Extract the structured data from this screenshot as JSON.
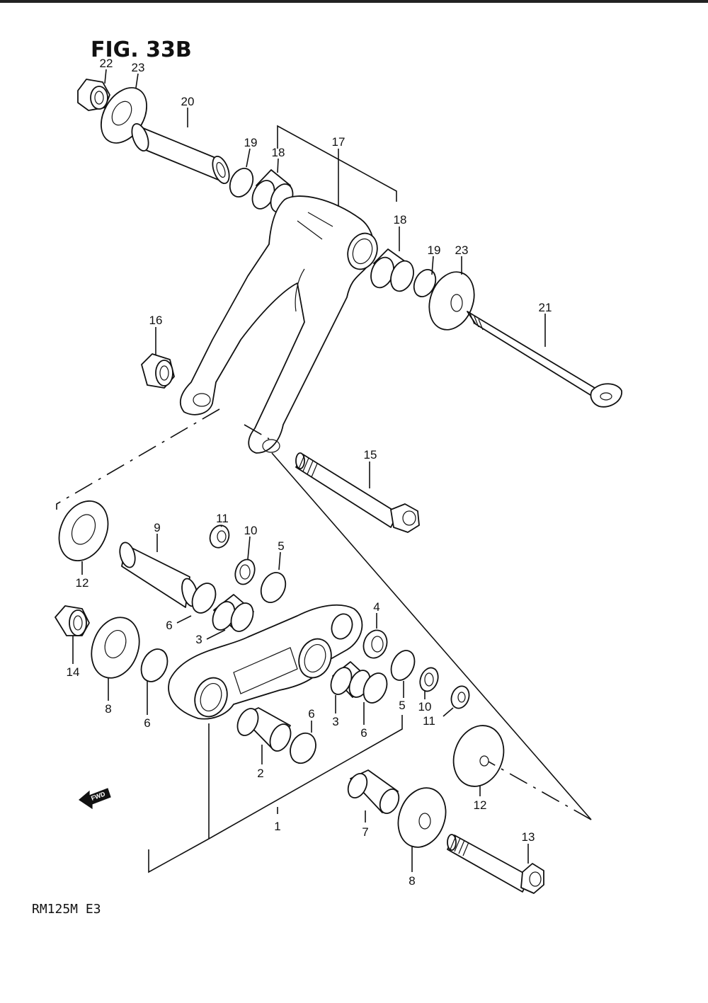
{
  "figure": {
    "title": "FIG. 33B",
    "model_code": "RM125M  E3",
    "direction_badge": "FWD"
  },
  "callouts": [
    "22",
    "23",
    "20",
    "19",
    "18",
    "17",
    "18",
    "19",
    "23",
    "21",
    "16",
    "15",
    "11",
    "10",
    "5",
    "9",
    "12",
    "6",
    "3",
    "4",
    "14",
    "8",
    "6",
    "3",
    "6",
    "5",
    "10",
    "11",
    "6",
    "2",
    "12",
    "1",
    "7",
    "13",
    "8"
  ]
}
